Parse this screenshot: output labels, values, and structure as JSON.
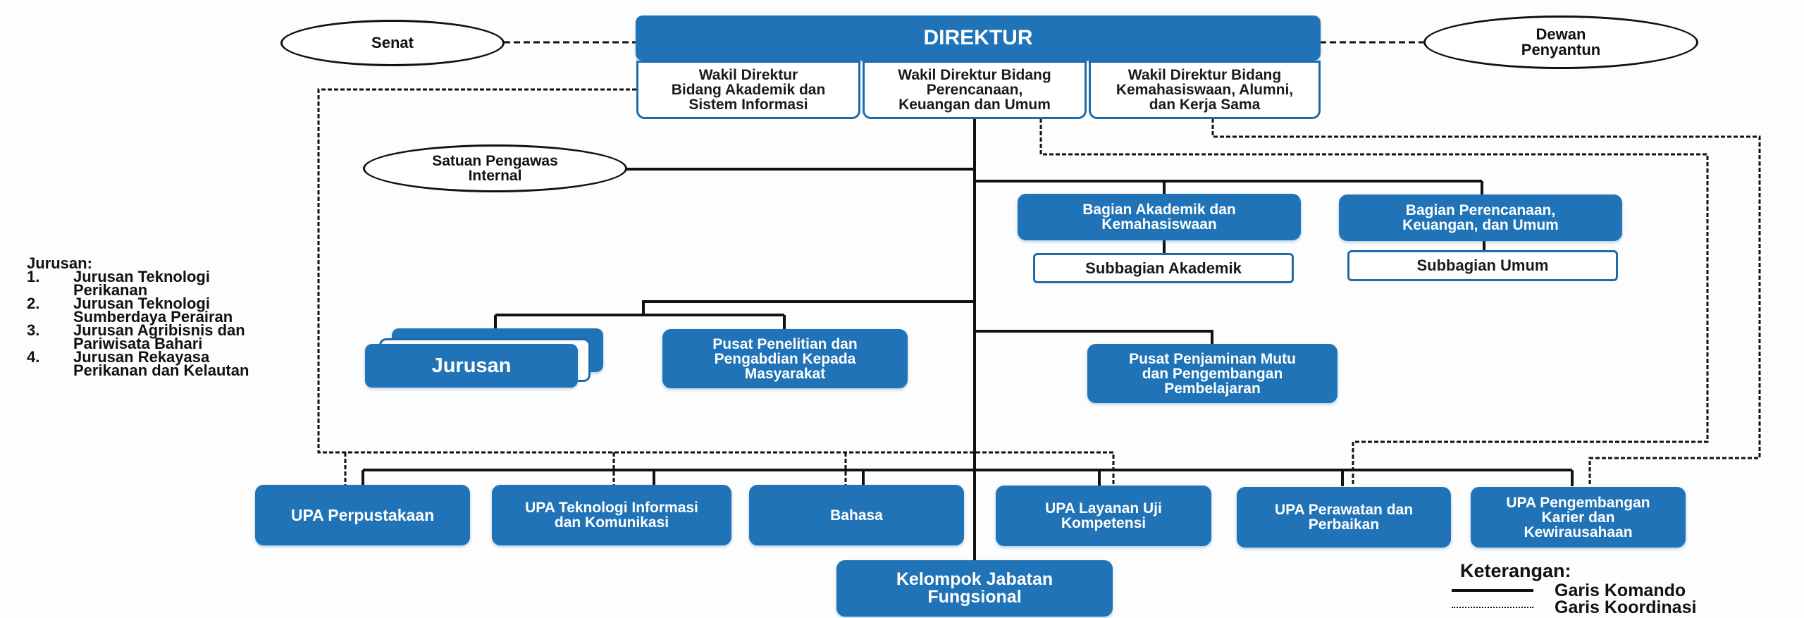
{
  "colors": {
    "unit_blue": "#1f73b6",
    "border_blue": "#1f6aa8",
    "line": "#111111"
  },
  "top": {
    "direktur": "DIREKTUR",
    "wakil": [
      "Wakil Direktur\nBidang Akademik dan\nSistem Informasi",
      "Wakil Direktur Bidang\nPerencanaan,\nKeuangan dan Umum",
      "Wakil Direktur Bidang\nKemahasiswaan, Alumni,\ndan Kerja Sama"
    ]
  },
  "ovals": {
    "senat": "Senat",
    "dewan_penyantun": "Dewan\nPenyantun",
    "spi": "Satuan Pengawas\nInternal"
  },
  "bagian": [
    {
      "title": "Bagian Akademik dan\nKemahasiswaan",
      "sub": "Subbagian Akademik"
    },
    {
      "title": "Bagian Perencanaan,\nKeuangan, dan Umum",
      "sub": "Subbagian Umum"
    }
  ],
  "units": {
    "jurusan": "Jurusan",
    "p3m": "Pusat Penelitian dan\nPengabdian Kepada\nMasyarakat",
    "p4mp": "Pusat Penjaminan Mutu\ndan Pengembangan\nPembelajaran"
  },
  "upa": [
    "UPA Perpustakaan",
    "UPA Teknologi Informasi\ndan Komunikasi",
    "Bahasa",
    "UPA Layanan Uji\nKompetensi",
    "UPA Perawatan dan\nPerbaikan",
    "UPA Pengembangan\nKarier dan\nKewirausahaan"
  ],
  "kelompok_jabatan": "Kelompok Jabatan\nFungsional",
  "jurusan_list": {
    "title": "Jurusan:",
    "items": [
      {
        "num": "1.",
        "label": "Jurusan Teknologi\nPerikanan"
      },
      {
        "num": "2.",
        "label": "Jurusan Teknologi\nSumberdaya Perairan"
      },
      {
        "num": "3.",
        "label": "Jurusan Agribisnis dan\nPariwisata Bahari"
      },
      {
        "num": "4.",
        "label": "Jurusan Rekayasa\nPerikanan dan Kelautan"
      }
    ]
  },
  "legend": {
    "title": "Keterangan:",
    "items": [
      {
        "style": "solid",
        "label": "Garis Komando"
      },
      {
        "style": "dotted",
        "label": "Garis Koordinasi"
      }
    ]
  }
}
